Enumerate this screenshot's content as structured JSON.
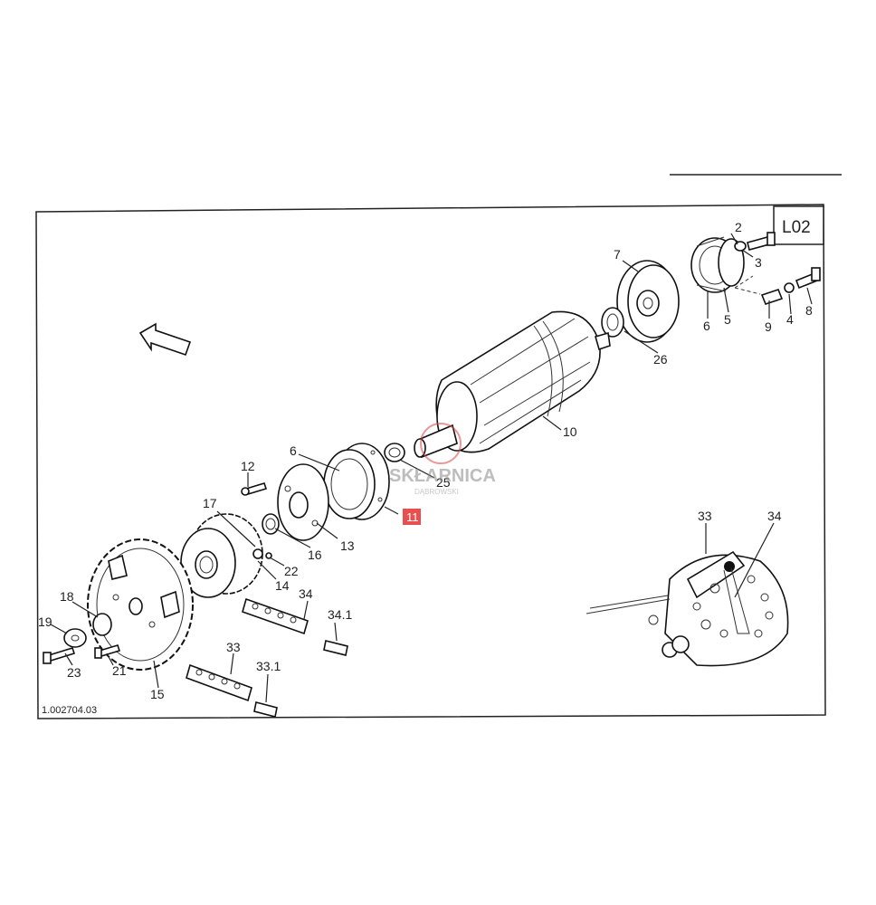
{
  "sheet": {
    "code": "L02",
    "drawing_number": "1.002704.03"
  },
  "watermark": {
    "line1": "SKŁARNICA",
    "line2": "DĄBROWSKI"
  },
  "highlight": {
    "label": "11",
    "color": "#e8504f"
  },
  "callouts": [
    {
      "id": "c-2",
      "text": "2"
    },
    {
      "id": "c-3",
      "text": "3"
    },
    {
      "id": "c-5",
      "text": "5"
    },
    {
      "id": "c-6r",
      "text": "6"
    },
    {
      "id": "c-7",
      "text": "7"
    },
    {
      "id": "c-9",
      "text": "9"
    },
    {
      "id": "c-4",
      "text": "4"
    },
    {
      "id": "c-8",
      "text": "8"
    },
    {
      "id": "c-26",
      "text": "26"
    },
    {
      "id": "c-10",
      "text": "10"
    },
    {
      "id": "c-6l",
      "text": "6"
    },
    {
      "id": "c-25",
      "text": "25"
    },
    {
      "id": "c-12",
      "text": "12"
    },
    {
      "id": "c-17",
      "text": "17"
    },
    {
      "id": "c-16",
      "text": "16"
    },
    {
      "id": "c-13",
      "text": "13"
    },
    {
      "id": "c-22",
      "text": "22"
    },
    {
      "id": "c-14",
      "text": "14"
    },
    {
      "id": "c-34",
      "text": "34"
    },
    {
      "id": "c-34-1",
      "text": "34.1"
    },
    {
      "id": "c-18",
      "text": "18"
    },
    {
      "id": "c-19",
      "text": "19"
    },
    {
      "id": "c-23",
      "text": "23"
    },
    {
      "id": "c-21",
      "text": "21"
    },
    {
      "id": "c-15",
      "text": "15"
    },
    {
      "id": "c-33",
      "text": "33"
    },
    {
      "id": "c-33-1",
      "text": "33.1"
    },
    {
      "id": "c-33-inset",
      "text": "33"
    },
    {
      "id": "c-34-inset",
      "text": "34"
    }
  ]
}
